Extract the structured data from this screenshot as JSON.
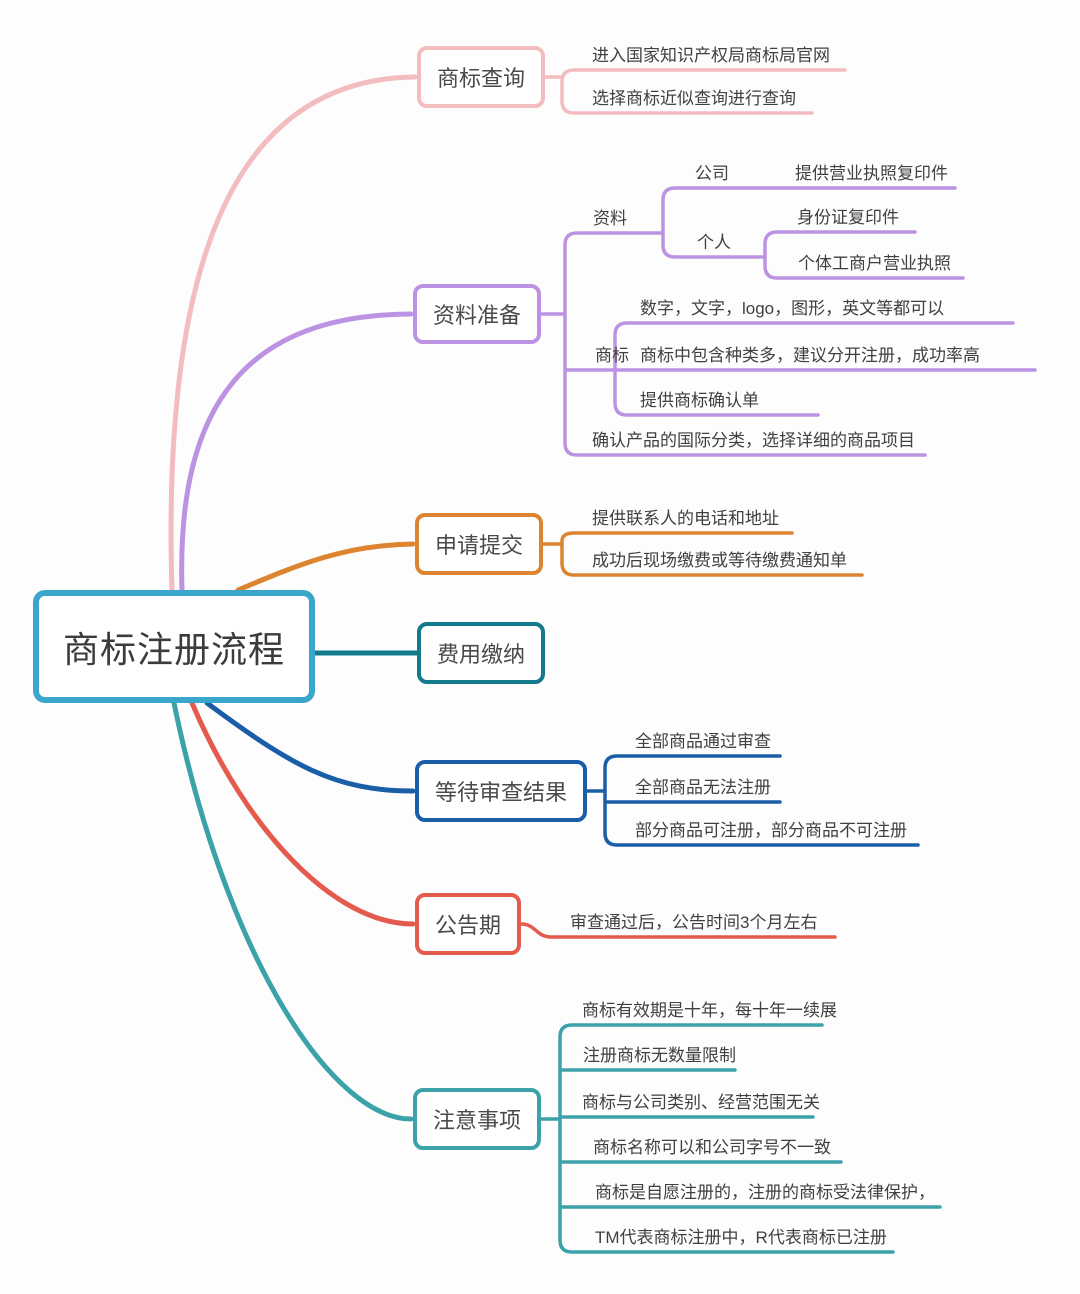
{
  "root": {
    "label": "商标注册流程",
    "accent_color": "#3BA6CC"
  },
  "branches": [
    {
      "label": "商标查询",
      "color": "#F3BCBE",
      "children": [
        {
          "label": "进入国家知识产权局商标局官网"
        },
        {
          "label": "选择商标近似查询进行查询"
        }
      ]
    },
    {
      "label": "资料准备",
      "color": "#BC93E3",
      "children": [
        {
          "label": "资料",
          "children": [
            {
              "label": "公司",
              "children": [
                {
                  "label": "提供营业执照复印件"
                }
              ]
            },
            {
              "label": "个人",
              "children": [
                {
                  "label": "身份证复印件"
                },
                {
                  "label": "个体工商户营业执照"
                }
              ]
            }
          ]
        },
        {
          "label": "商标",
          "children": [
            {
              "label": "数字，文字，logo，图形，英文等都可以"
            },
            {
              "label": "商标中包含种类多，建议分开注册，成功率高"
            },
            {
              "label": "提供商标确认单"
            }
          ]
        },
        {
          "label": "确认产品的国际分类，选择详细的商品项目"
        }
      ]
    },
    {
      "label": "申请提交",
      "color": "#DD8430",
      "children": [
        {
          "label": "提供联系人的电话和地址"
        },
        {
          "label": "成功后现场缴费或等待缴费通知单"
        }
      ]
    },
    {
      "label": "费用缴纳",
      "color": "#137A8C",
      "children": []
    },
    {
      "label": "等待审查结果",
      "color": "#1A5EA8",
      "children": [
        {
          "label": "全部商品通过审查"
        },
        {
          "label": "全部商品无法注册"
        },
        {
          "label": "部分商品可注册，部分商品不可注册"
        }
      ]
    },
    {
      "label": "公告期",
      "color": "#E45A4D",
      "children": [
        {
          "label": "审查通过后，公告时间3个月左右"
        }
      ]
    },
    {
      "label": "注意事项",
      "color": "#3BA2AA",
      "children": [
        {
          "label": "商标有效期是十年，每十年一续展"
        },
        {
          "label": "注册商标无数量限制"
        },
        {
          "label": "商标与公司类别、经营范围无关"
        },
        {
          "label": "商标名称可以和公司字号不一致"
        },
        {
          "label": "商标是自愿注册的，注册的商标受法律保护，"
        },
        {
          "label": "TM代表商标注册中，R代表商标已注册"
        }
      ]
    }
  ]
}
